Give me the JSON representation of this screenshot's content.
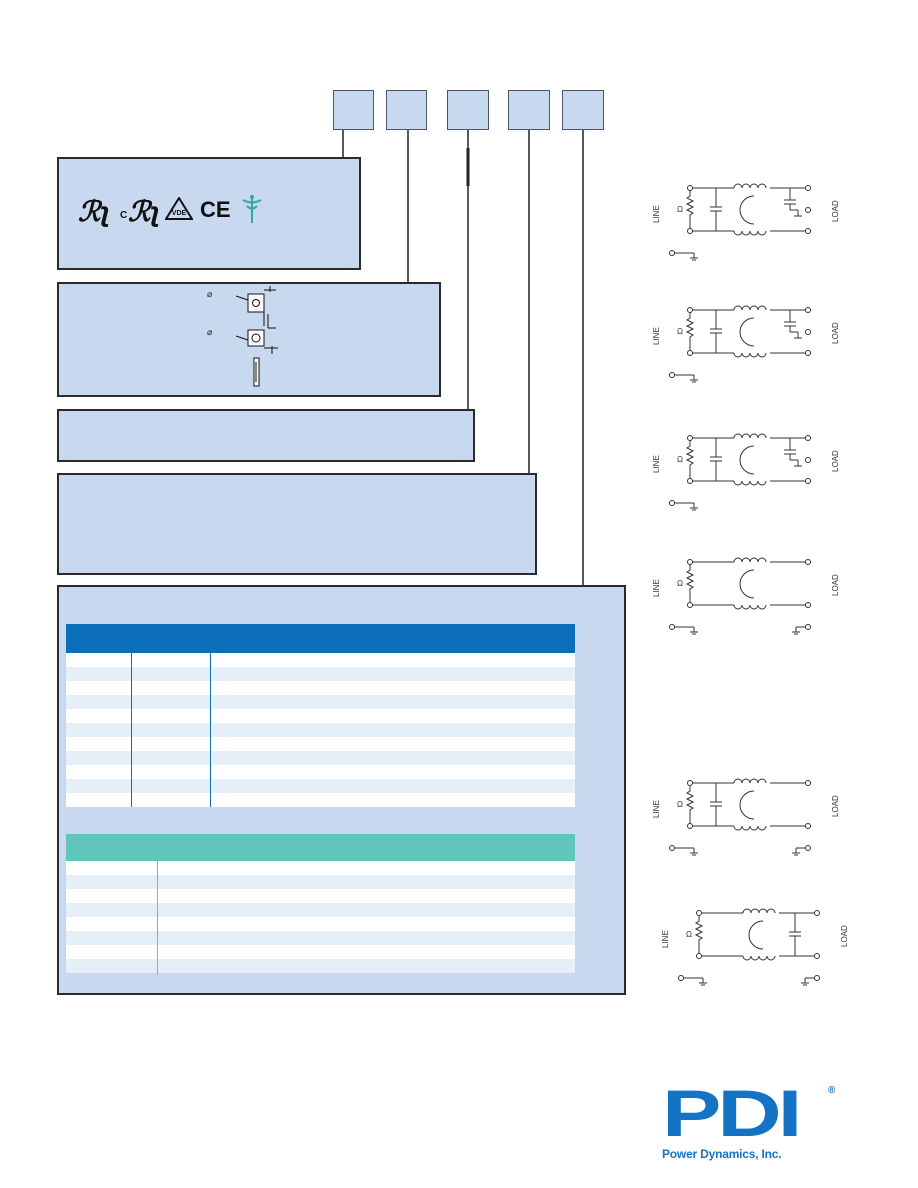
{
  "certifications": {
    "ul_mark": "ℛʅ",
    "cul_c": "C",
    "cul_mark": "ℛʅ",
    "vde_mark": "VDE",
    "ce_mark": "CE"
  },
  "schematics": {
    "line_label": "LINE",
    "load_label": "LOAD",
    "ohm_symbol": "Ω"
  },
  "terminal_drawing": {
    "diameter_symbol_1": "⌀",
    "diameter_symbol_2": "⌀"
  },
  "logo": {
    "brand": "PDI",
    "registered": "®",
    "company": "Power Dynamics, Inc."
  },
  "colors": {
    "panel_fill": "#c8d8ef",
    "table_header_blue": "#0a6fb8",
    "table_header_teal": "#5fc6b9",
    "logo_blue": "#1473c5"
  }
}
